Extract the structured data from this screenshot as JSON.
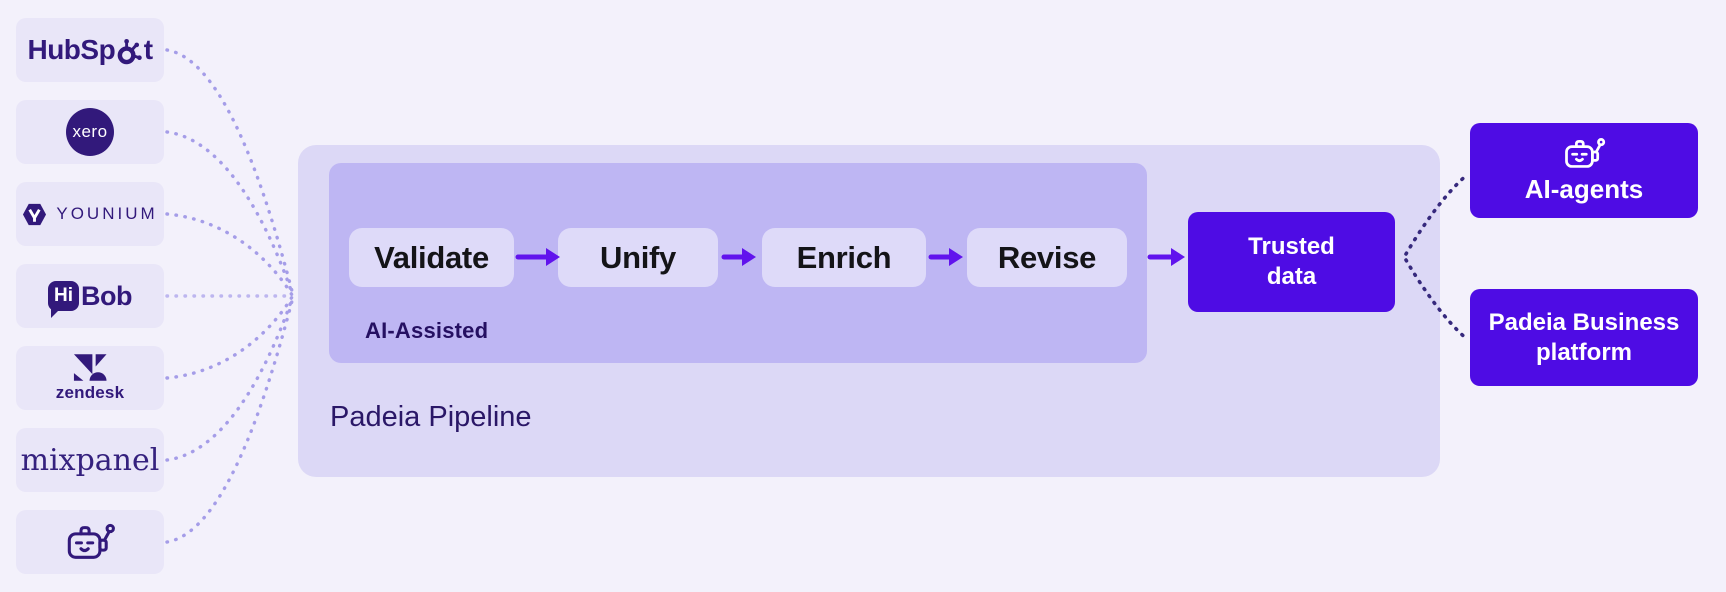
{
  "colors": {
    "bg": "#f3f1fb",
    "card-bg": "#e9e6f8",
    "outer-bg": "#dcd8f6",
    "inner-bg": "#beb6f3",
    "step-bg": "#dedaf9",
    "accent": "#4e0ce4",
    "arrow": "#6113ed",
    "logo-ink": "#32197b",
    "dark-ink": "#251062",
    "step-ink": "#141418",
    "left-dots": "#a59de8",
    "left-dots-mid": "#bdb6ef",
    "right-dots": "#36297d"
  },
  "icons": {
    "robot": "robot-icon",
    "hubspot_sprocket": "sprocket-icon",
    "younium_hexagon": "hexagon-icon",
    "zendesk_mark": "zendesk-z-icon"
  },
  "sources": {
    "hubspot": {
      "pre": "HubSp",
      "post": "t"
    },
    "xero": {
      "label": "xero"
    },
    "younium": {
      "label": "YOUNIUM"
    },
    "hibob": {
      "hi": "Hi",
      "bob": "Bob"
    },
    "zendesk": {
      "label": "zendesk"
    },
    "mixpanel": {
      "label": "mixpanel"
    }
  },
  "pipeline": {
    "title": "Padeia Pipeline",
    "inner_label": "AI-Assisted",
    "steps": [
      "Validate",
      "Unify",
      "Enrich",
      "Revise"
    ],
    "output": {
      "line1": "Trusted",
      "line2": "data"
    }
  },
  "targets": {
    "agents": {
      "label": "AI-agents"
    },
    "platform": {
      "line1": "Padeia Business",
      "line2": "platform"
    }
  }
}
